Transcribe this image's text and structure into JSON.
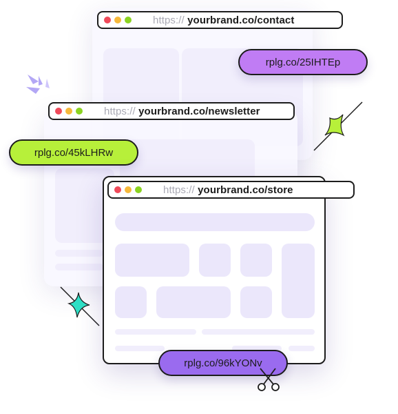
{
  "windows": [
    {
      "protocol": "https://",
      "domain": "yourbrand.co/contact",
      "short_link": "rplg.co/25IHTEp"
    },
    {
      "protocol": "https://",
      "domain": "yourbrand.co/newsletter",
      "short_link": "rplg.co/45kLHRw"
    },
    {
      "protocol": "https://",
      "domain": "yourbrand.co/store",
      "short_link": "rplg.co/96kYONv"
    }
  ],
  "colors": {
    "pill_purple": "#c07cf4",
    "pill_green": "#b7f03a",
    "pill_violet": "#9a6bef",
    "placeholder": "#ebe7fb",
    "outline": "#1c1c1c"
  },
  "icons": [
    "sparkle-burst-icon",
    "green-sparkle-icon",
    "teal-sparkle-icon",
    "scissors-icon"
  ]
}
